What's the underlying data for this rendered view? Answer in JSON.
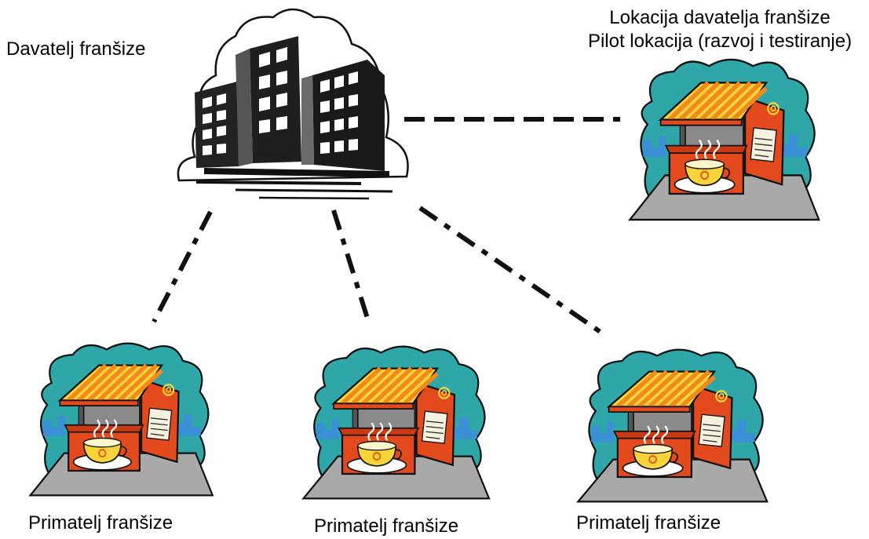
{
  "franchisor": {
    "label": "Davatelj franšize"
  },
  "pilot": {
    "line1": "Lokacija davatelja franšize",
    "line2": "Pilot lokacija (razvoj i testiranje)"
  },
  "recipients": [
    {
      "label": "Primatelj franšize"
    },
    {
      "label": "Primatelj franšize"
    },
    {
      "label": "Primatelj franšize"
    }
  ],
  "colors": {
    "teal": "#2fa6a8",
    "kiosk_red": "#e24a1e",
    "awning_orange": "#f08a1c",
    "awning_yellow": "#f6d43a",
    "skyline_blue": "#3a8fd6",
    "pavement": "#a9a9a9",
    "building": "#1f1f1f"
  }
}
